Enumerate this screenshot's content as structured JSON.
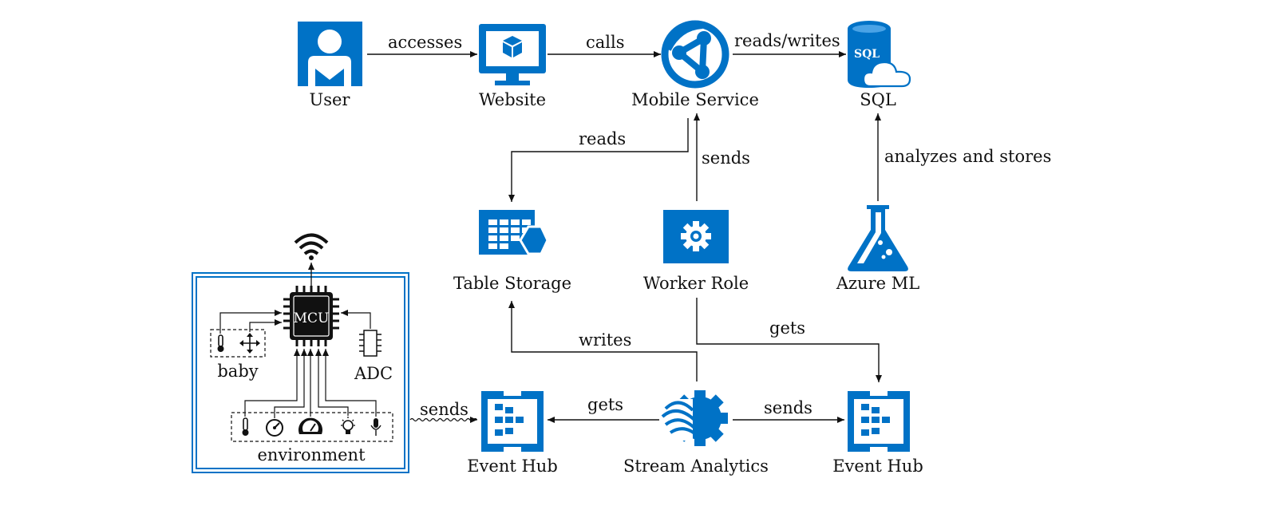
{
  "nodes": {
    "user": "User",
    "website": "Website",
    "mobile_service": "Mobile Service",
    "sql": "SQL",
    "table_storage": "Table Storage",
    "worker_role": "Worker Role",
    "azure_ml": "Azure ML",
    "event_hub_in": "Event Hub",
    "stream_analytics": "Stream Analytics",
    "event_hub_out": "Event Hub"
  },
  "edges": {
    "user_website": "accesses",
    "website_mobile": "calls",
    "mobile_sql": "reads/writes",
    "mobile_table": "reads",
    "worker_mobile": "sends",
    "ml_sql": "analyzes and stores",
    "stream_table": "writes",
    "worker_eventhub": "gets",
    "device_eventhub": "sends",
    "stream_eventhub_in": "gets",
    "stream_eventhub_out": "sends"
  },
  "device": {
    "mcu": "MCU",
    "baby": "baby",
    "adc": "ADC",
    "environment": "environment"
  },
  "icons": {
    "sql_badge": "SQL"
  },
  "colors": {
    "azure_blue": "#0072c6",
    "ink": "#111111"
  }
}
